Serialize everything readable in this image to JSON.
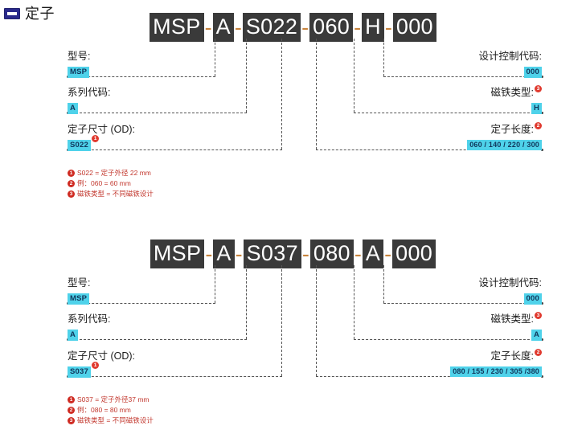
{
  "header": {
    "icon": "window-bar-icon",
    "title": "定子"
  },
  "diagrams": [
    {
      "code_segments": [
        "MSP",
        "A",
        "S022",
        "060",
        "H",
        "000"
      ],
      "separator": "-",
      "left_callouts": [
        {
          "label": "型号:",
          "value": "MSP",
          "marker": ""
        },
        {
          "label": "系列代码:",
          "value": "A",
          "marker": ""
        },
        {
          "label": "定子尺寸 (OD):",
          "value": "S022",
          "marker": "1"
        }
      ],
      "right_callouts": [
        {
          "label": "设计控制代码:",
          "value": "000",
          "marker": ""
        },
        {
          "label": "磁铁类型:",
          "value": "H",
          "marker": "3"
        },
        {
          "label": "定子长度:",
          "value": "060 / 140 / 220 / 300",
          "marker": "2"
        }
      ],
      "notes": [
        {
          "num": "1",
          "text": "S022 = 定子外径 22 mm"
        },
        {
          "num": "2",
          "text": "例：060 = 60 mm"
        },
        {
          "num": "3",
          "text": "磁铁类型 = 不同磁铁设计"
        }
      ]
    },
    {
      "code_segments": [
        "MSP",
        "A",
        "S037",
        "080",
        "A",
        "000"
      ],
      "separator": "-",
      "left_callouts": [
        {
          "label": "型号:",
          "value": "MSP",
          "marker": ""
        },
        {
          "label": "系列代码:",
          "value": "A",
          "marker": ""
        },
        {
          "label": "定子尺寸 (OD):",
          "value": "S037",
          "marker": "1"
        }
      ],
      "right_callouts": [
        {
          "label": "设计控制代码:",
          "value": "000",
          "marker": ""
        },
        {
          "label": "磁铁类型:",
          "value": "A",
          "marker": "3"
        },
        {
          "label": "定子长度:",
          "value": "080 / 155 / 230 / 305 /380",
          "marker": "2"
        }
      ],
      "notes": [
        {
          "num": "1",
          "text": "S037 = 定子外径37 mm"
        },
        {
          "num": "2",
          "text": "例：080 = 80 mm"
        },
        {
          "num": "3",
          "text": "磁铁类型 = 不同磁铁设计"
        }
      ]
    }
  ],
  "colors": {
    "chip": "#4fd2ea",
    "segment_bg": "#3a3a3a",
    "separator": "#c8843c",
    "marker": "#e03a2f",
    "note_text": "#c2362c",
    "header_icon": "#2a2a8c"
  }
}
